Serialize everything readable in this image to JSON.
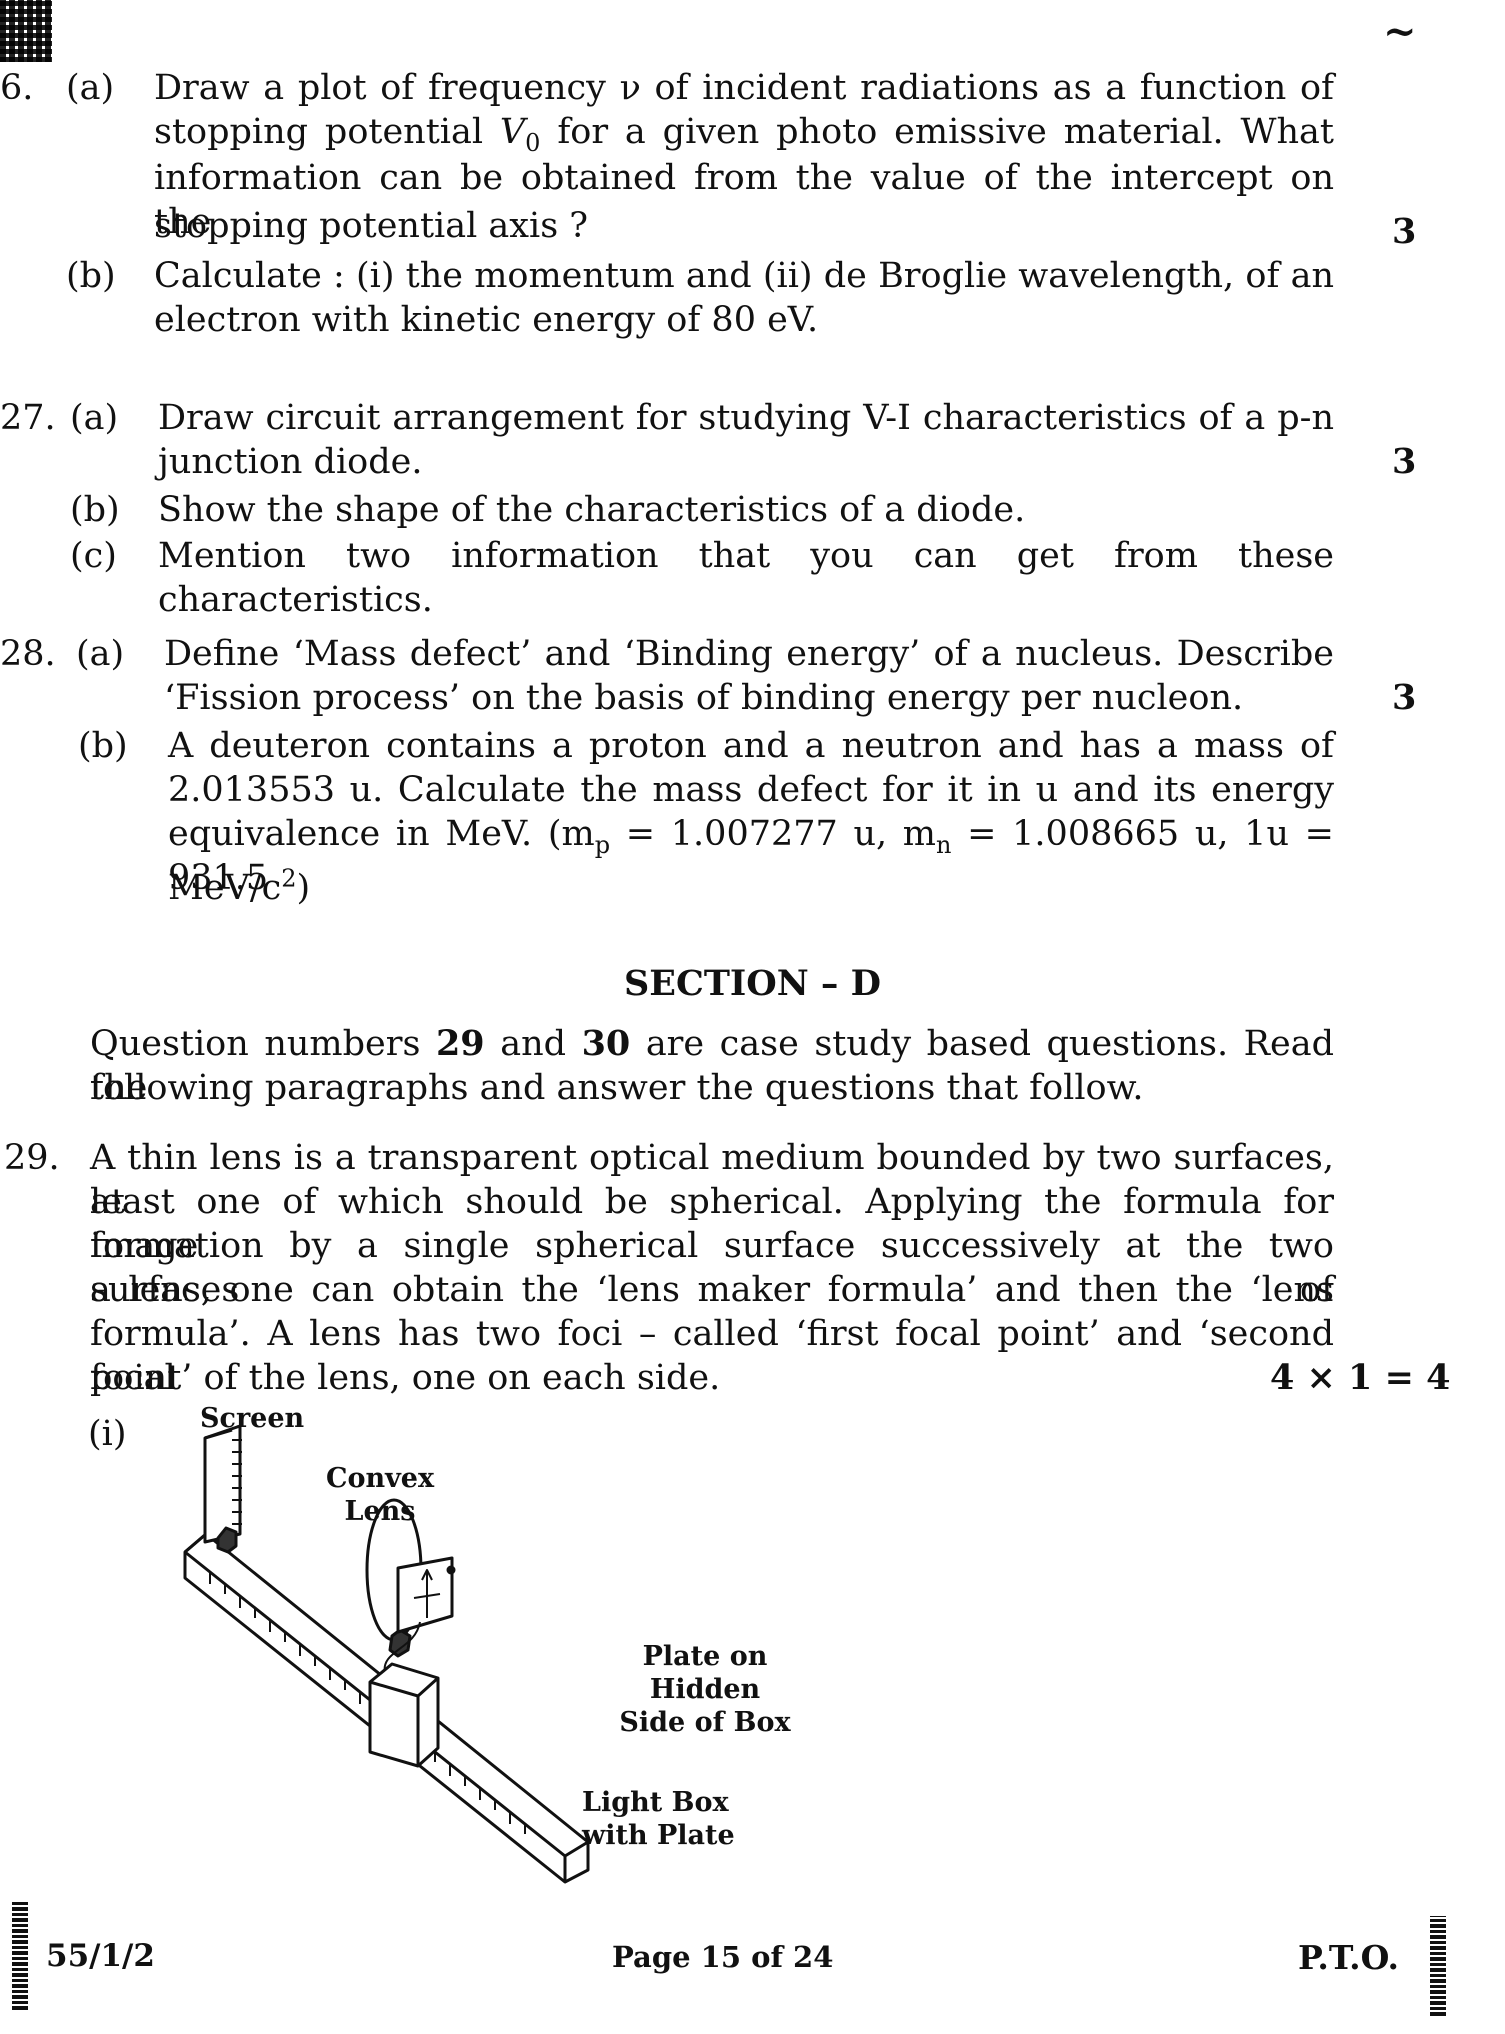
{
  "header": {
    "corner_mark": "~"
  },
  "q26": {
    "number": "6.",
    "a_label": "(a)",
    "a_line1": "Draw a plot of frequency ν of incident radiations as a function of",
    "a_line2_pre": "stopping potential ",
    "a_line2_var": "V",
    "a_line2_sub": "0",
    "a_line2_post": " for a given photo emissive material. What",
    "a_line3": "information can be obtained from the value of the intercept on the",
    "a_line4": "stopping potential axis ?",
    "b_label": "(b)",
    "b_line1": "Calculate : (i)  the momentum and (ii)  de Broglie wavelength, of an",
    "b_line2": "electron with kinetic energy of 80 eV.",
    "marks": "3"
  },
  "q27": {
    "number": "27.",
    "a_label": "(a)",
    "a_line1": "Draw circuit arrangement for studying V-I characteristics of a p-n",
    "a_line2": "junction diode.",
    "b_label": "(b)",
    "b_text": "Show the shape of the characteristics of a diode.",
    "c_label": "(c)",
    "c_text": "Mention two information that you can get from these characteristics.",
    "marks": "3"
  },
  "q28": {
    "number": "28.",
    "a_label": "(a)",
    "a_line1": "Define ‘Mass defect’ and ‘Binding energy’ of a nucleus. Describe",
    "a_line2": "‘Fission process’ on the basis of binding energy per nucleon.",
    "b_label": "(b)",
    "b_line1": "A deuteron contains a proton and a neutron and has a mass of",
    "b_line2": "2.013553 u. Calculate the mass defect for it in u and its energy",
    "b_line3_pre": "equivalence in MeV. (m",
    "b_line3_sub1": "p",
    "b_line3_mid": " = 1.007277 u, m",
    "b_line3_sub2": "n",
    "b_line3_post": " = 1.008665 u, 1u = 931.5",
    "b_line4_pre": "MeV/c",
    "b_line4_sup": "2",
    "b_line4_post": ")",
    "marks": "3"
  },
  "section": {
    "title": "SECTION – D",
    "intro_line1_pre": "Question numbers ",
    "intro_n1": "29",
    "intro_and": " and ",
    "intro_n2": "30",
    "intro_line1_post": " are case study based questions. Read the",
    "intro_line2": "following paragraphs and answer the questions that follow."
  },
  "q29": {
    "number": "29.",
    "lines": [
      "A thin lens is a transparent optical medium bounded by two surfaces, at",
      "least one of which should be spherical. Applying the formula for image",
      "formation by a single spherical surface successively at the two surfaces of",
      "a lens, one can obtain the ‘lens maker formula’ and then the ‘lens",
      "formula’. A lens has two foci – called ‘first focal point’ and ‘second focal",
      "point’ of the lens, one on each side."
    ],
    "marks": "4 × 1 = 4",
    "sub_label": "(i)"
  },
  "figure": {
    "screen": "Screen",
    "convex_line1": "Convex",
    "convex_line2": "Lens",
    "plate_line1": "Plate on Hidden",
    "plate_line2": "Side of Box",
    "lightbox_line1": "Light Box",
    "lightbox_line2": "with Plate"
  },
  "footer": {
    "code": "55/1/2",
    "page": "Page 15 of 24",
    "pto": "P.T.O."
  }
}
